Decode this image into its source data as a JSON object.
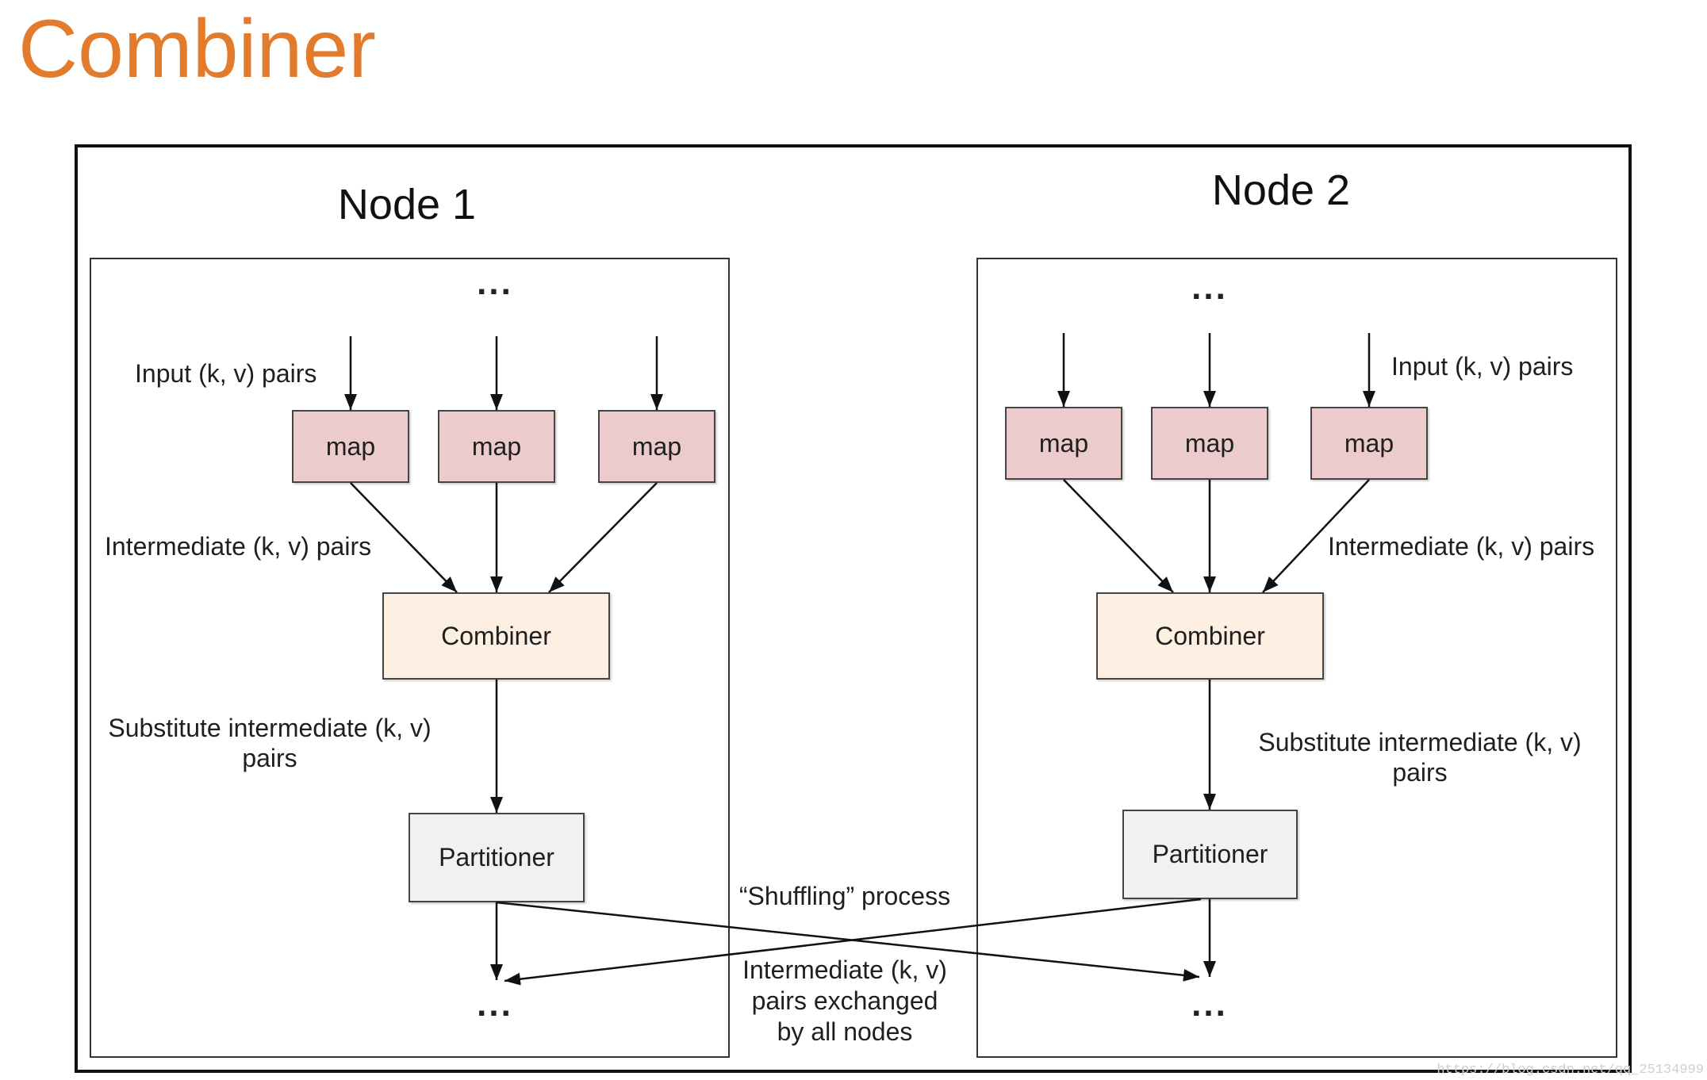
{
  "title": "Combiner",
  "colors": {
    "title": "#E27B2C",
    "map_fill": "#EBCBCB",
    "combiner_fill": "#FDEFE2",
    "partitioner_fill": "#F1F1F1",
    "line": "#111111"
  },
  "nodes": [
    {
      "name": "Node 1",
      "ellipsis_top": "...",
      "input_label": "Input (k, v) pairs",
      "maps": [
        "map",
        "map",
        "map"
      ],
      "intermediate_label": "Intermediate (k, v) pairs",
      "combiner": "Combiner",
      "substitute_label": [
        "Substitute intermediate (k, v)",
        "pairs"
      ],
      "partitioner": "Partitioner",
      "ellipsis_bottom": "..."
    },
    {
      "name": "Node 2",
      "ellipsis_top": "...",
      "input_label": "Input (k, v) pairs",
      "maps": [
        "map",
        "map",
        "map"
      ],
      "intermediate_label": "Intermediate (k, v) pairs",
      "combiner": "Combiner",
      "substitute_label": [
        "Substitute intermediate (k, v)",
        "pairs"
      ],
      "partitioner": "Partitioner",
      "ellipsis_bottom": "..."
    }
  ],
  "shuffle": {
    "process_label": "“Shuffling” process",
    "exchange_label": [
      "Intermediate (k, v)",
      "pairs exchanged",
      "by all nodes"
    ]
  },
  "watermark": "https://blog.csdn.net/qq_25134999"
}
